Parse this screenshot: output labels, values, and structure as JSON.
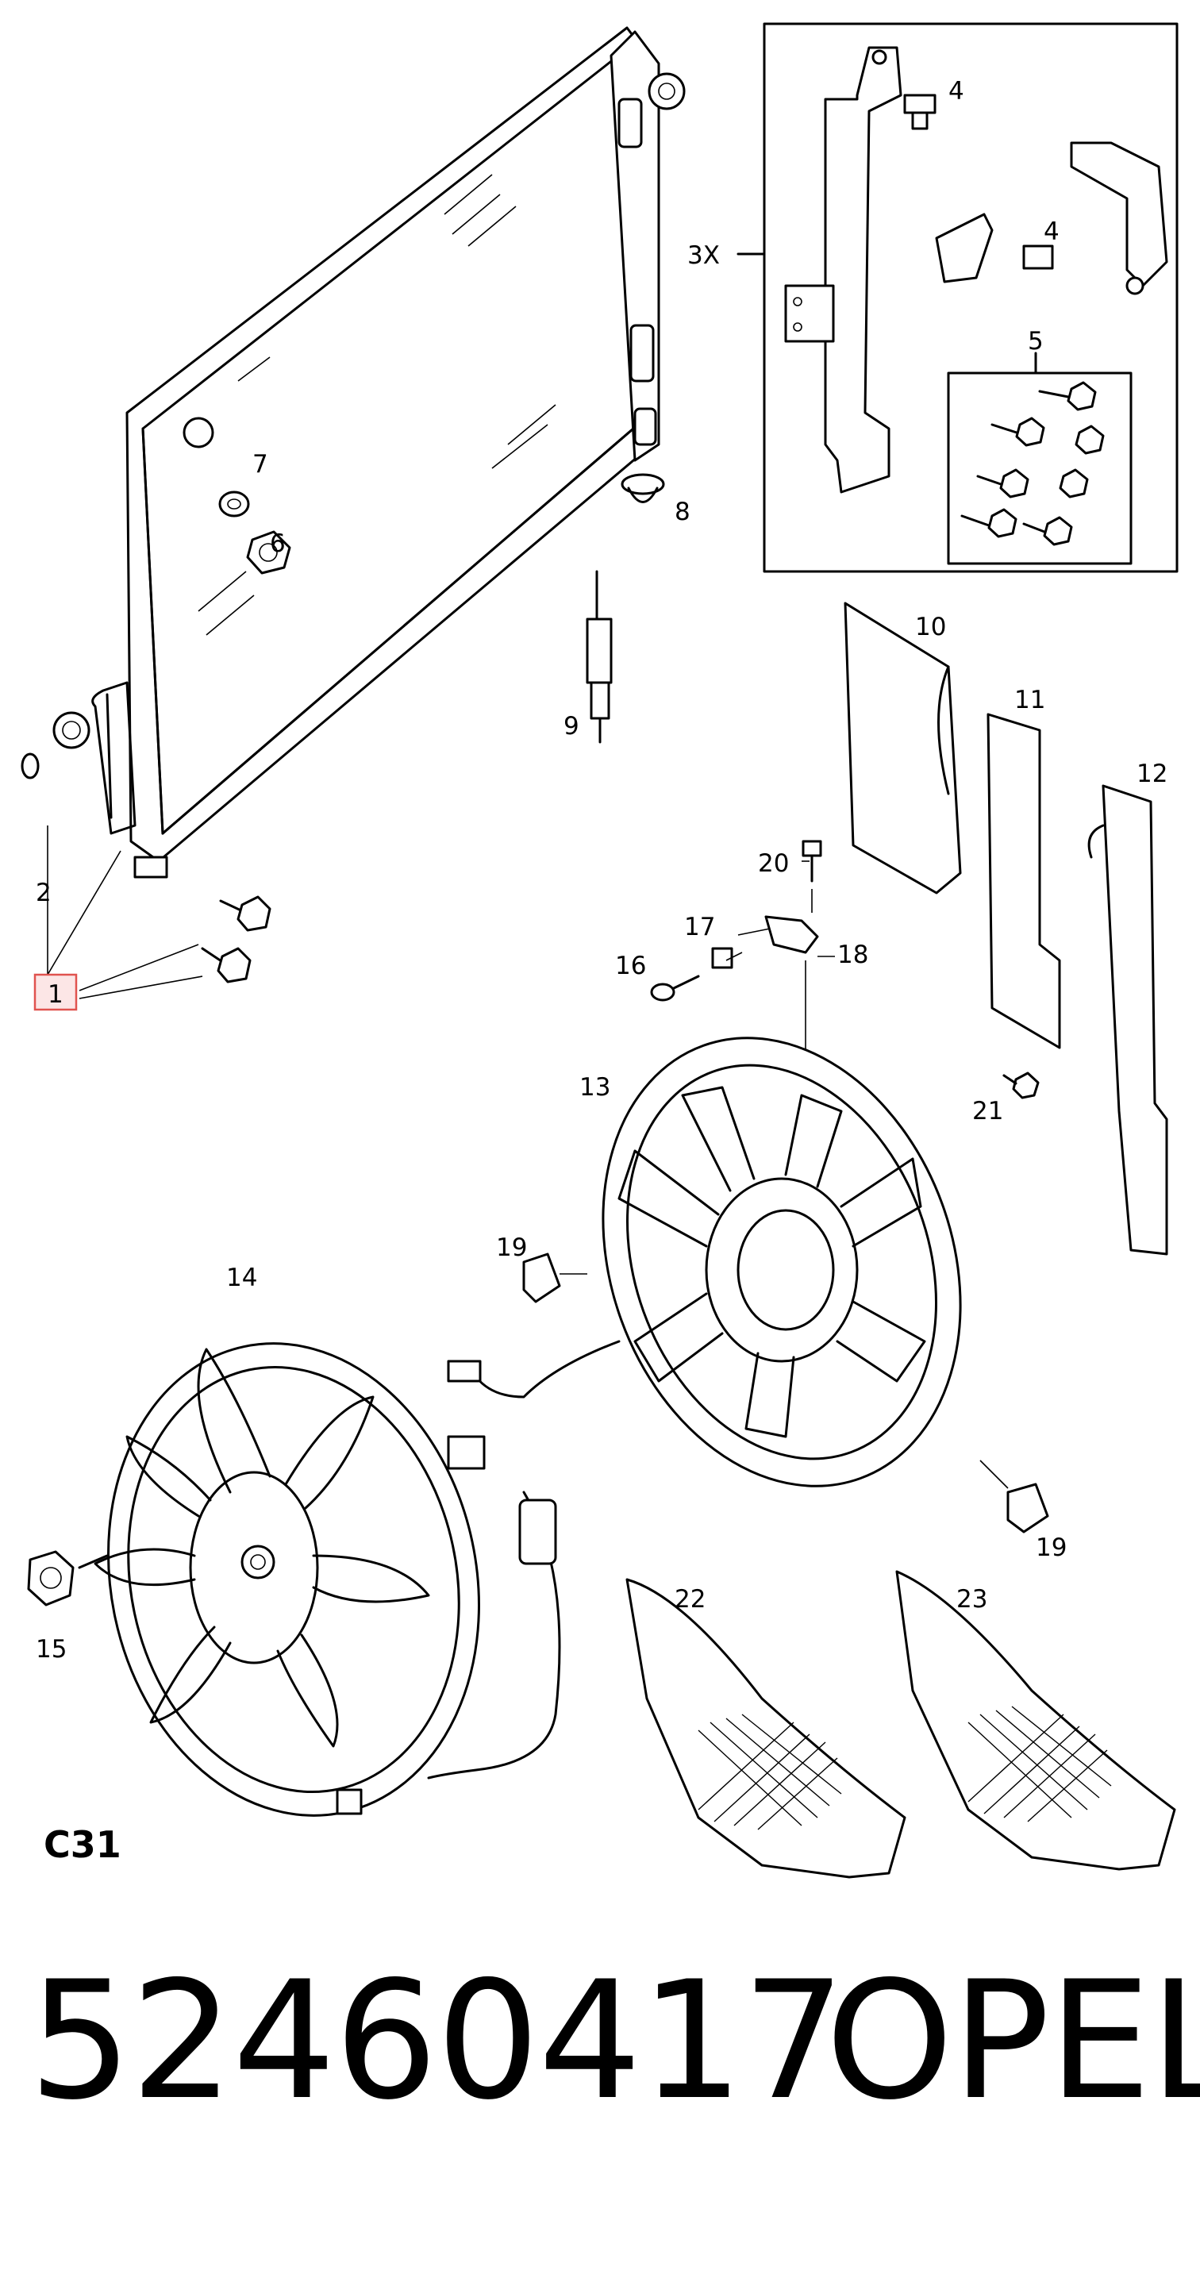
{
  "diagram": {
    "code": "C31",
    "inset_multiplier": "3X",
    "callouts": {
      "p1": "1",
      "p2": "2",
      "p4a": "4",
      "p4b": "4",
      "p5": "5",
      "p6": "6",
      "p7": "7",
      "p8": "8",
      "p9": "9",
      "p10": "10",
      "p11": "11",
      "p12": "12",
      "p13": "13",
      "p14": "14",
      "p15": "15",
      "p16": "16",
      "p17": "17",
      "p18": "18",
      "p19a": "19",
      "p19b": "19",
      "p20": "20",
      "p21": "21",
      "p22": "22",
      "p23": "23"
    },
    "highlight_color": "#e0534f",
    "highlight_fill": "#fce6e6"
  },
  "footer": {
    "part_number": "52460417",
    "brand": "OPEL"
  }
}
